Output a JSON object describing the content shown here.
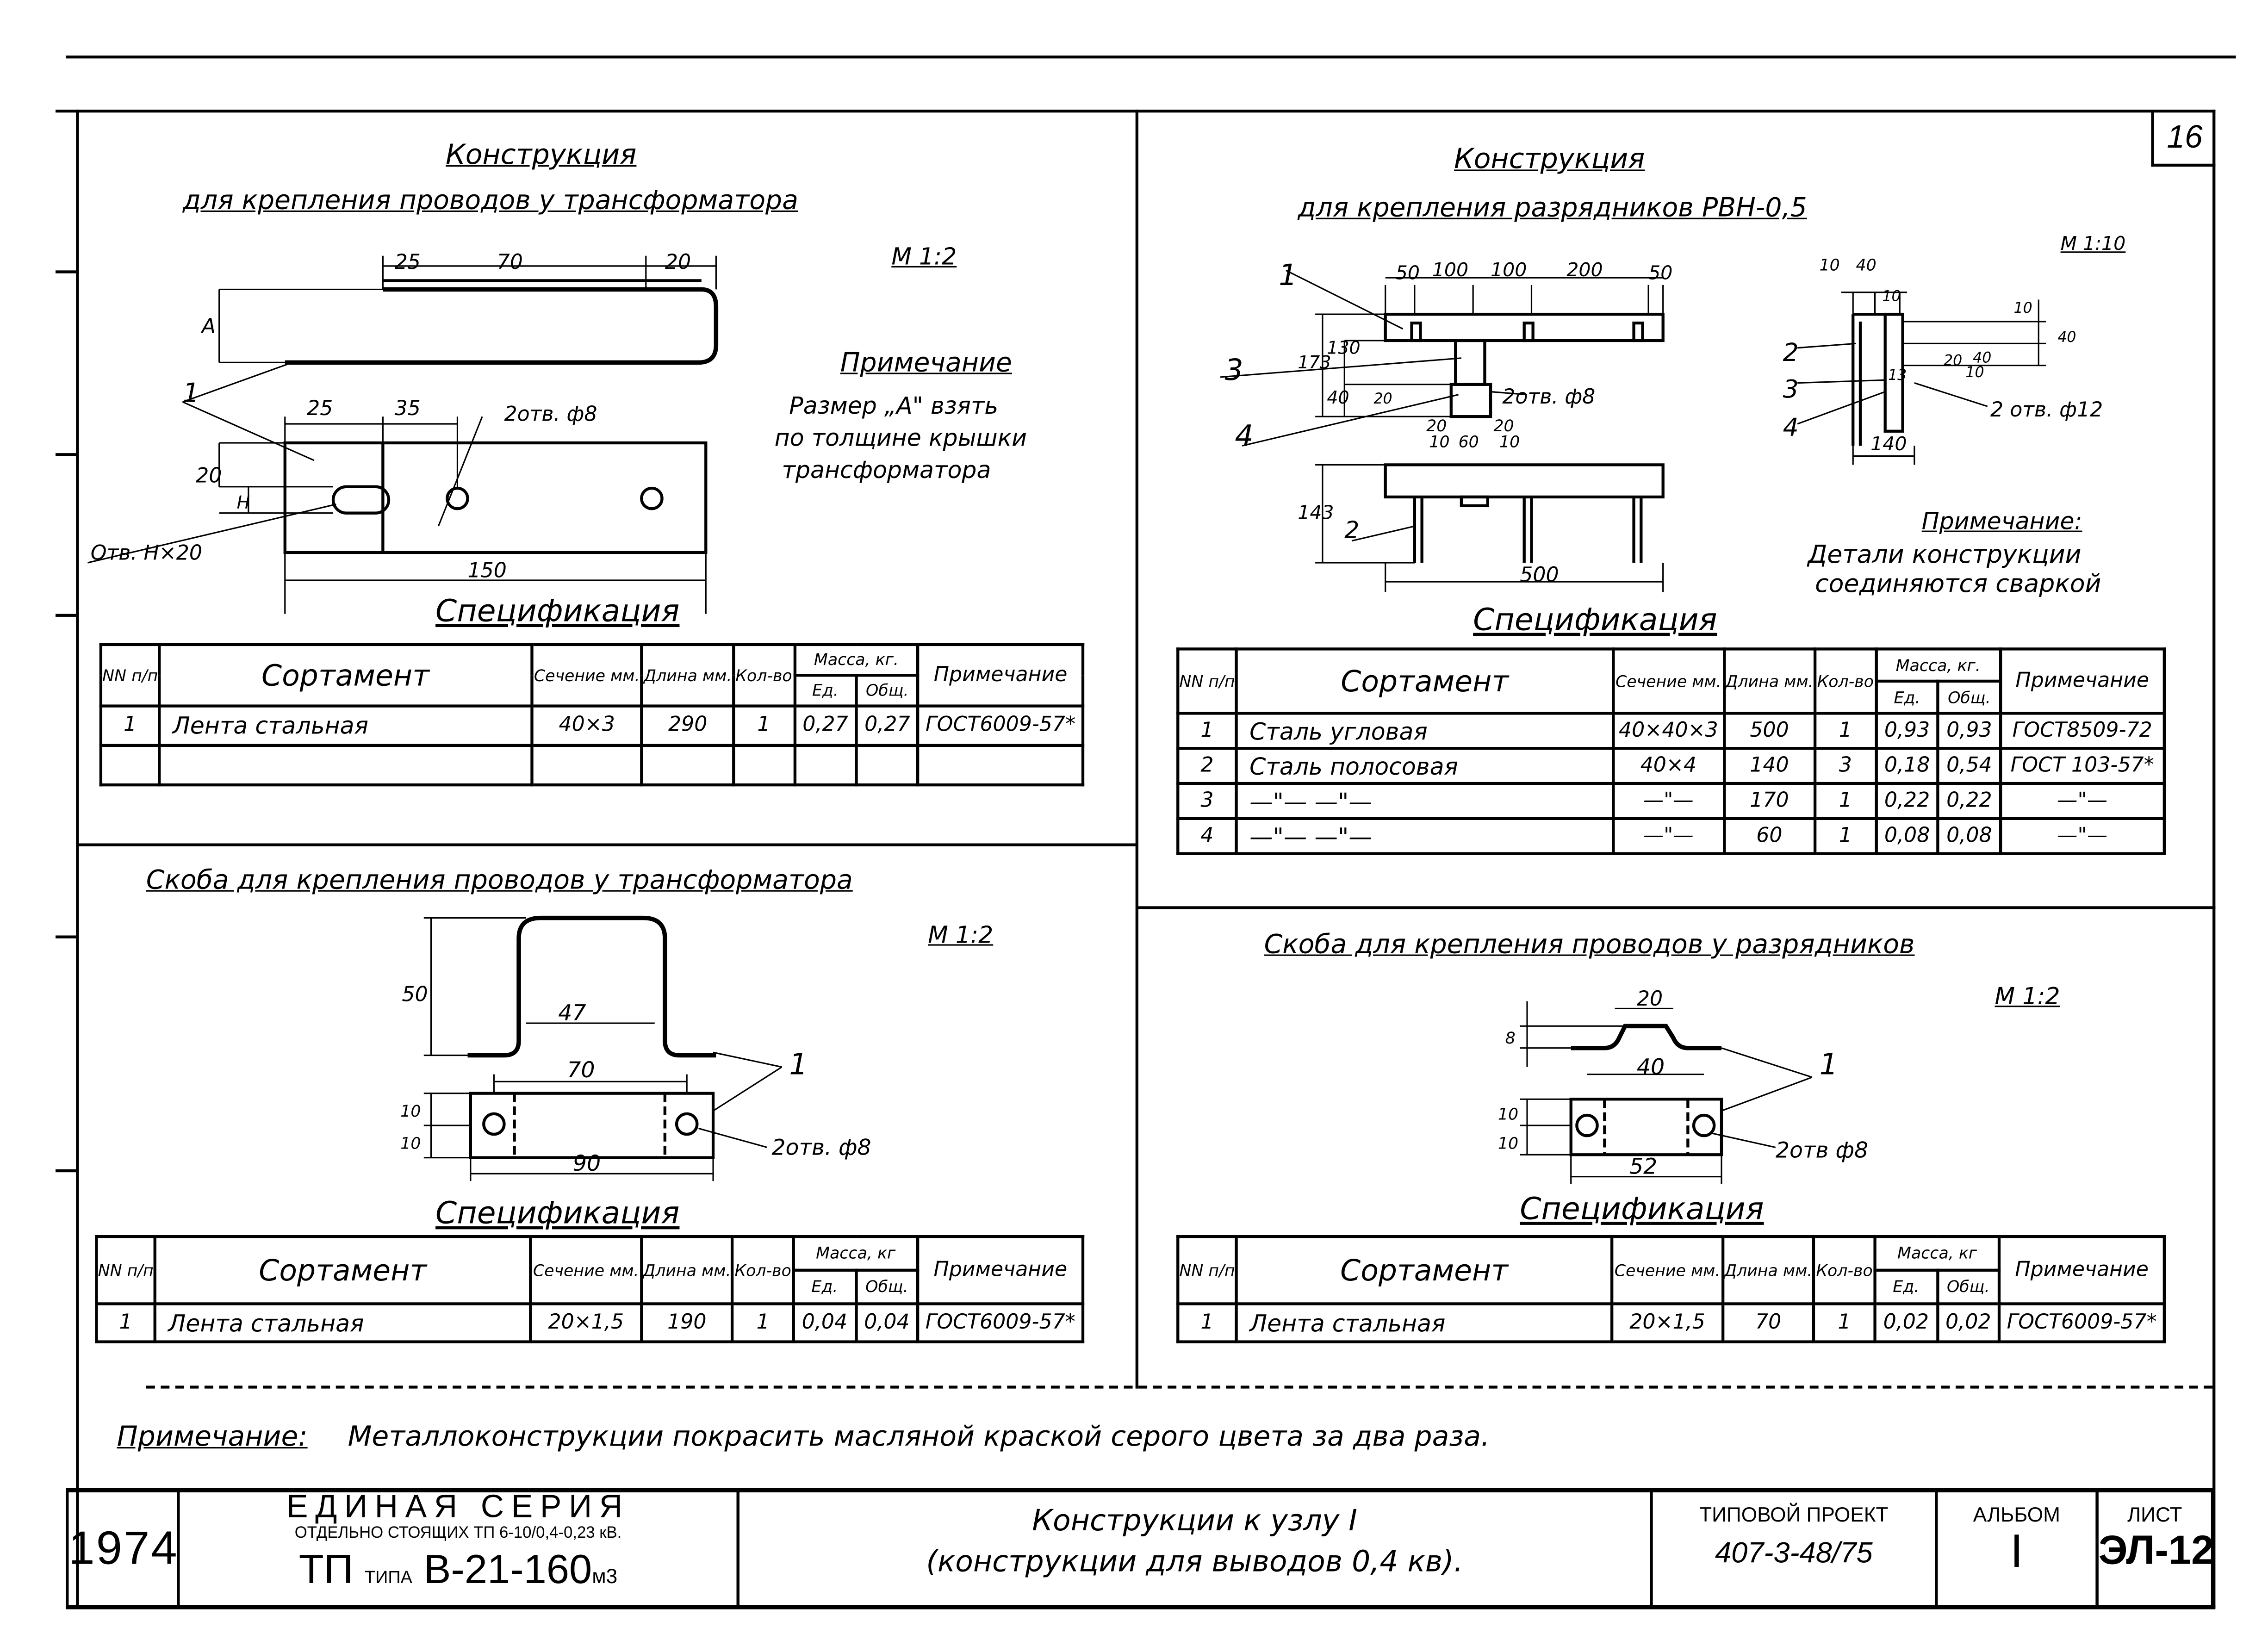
{
  "sheet_number": "16",
  "top_left": {
    "title": "Конструкция",
    "subtitle": "для крепления проводов у трансформатора",
    "scale": "М 1:2",
    "dims": {
      "d25a": "25",
      "d70": "70",
      "d20a": "20",
      "A": "А",
      "d25b": "25",
      "d35": "35",
      "d20b": "20",
      "H": "Н",
      "d150": "150"
    },
    "callouts": {
      "part1": "1",
      "holes": "2отв. ф8",
      "slot": "Отв. Н×20"
    },
    "note_title": "Примечание",
    "note_lines": [
      "Размер „А\" взять",
      "по толщине крышки",
      "трансформатора"
    ],
    "spec_title": "Спецификация",
    "spec": {
      "headers": {
        "num": "NN п/п",
        "item": "Сортамент",
        "section": "Сечение мм.",
        "length": "Длина мм.",
        "qty": "Кол-во",
        "mass": "Масса, кг.",
        "mass_unit": "Ед.",
        "mass_total": "Общ.",
        "remark": "Примечание"
      },
      "rows": [
        [
          "1",
          "Лента стальная",
          "40×3",
          "290",
          "1",
          "0,27",
          "0,27",
          "ГОСТ6009-57*"
        ],
        [
          "",
          "",
          "",
          "",
          "",
          "",
          "",
          ""
        ]
      ]
    }
  },
  "top_right": {
    "title": "Конструкция",
    "subtitle": "для крепления разрядников РВН-0,5",
    "scale": "М 1:10",
    "dims": {
      "d50a": "50",
      "d100a": "100",
      "d100b": "100",
      "d200": "200",
      "d50b": "50",
      "d173": "173",
      "d130": "130",
      "d40": "40",
      "d20": "20",
      "d20b": "20",
      "d20c": "20",
      "d10a": "10",
      "d60": "60",
      "d10b": "10",
      "d143": "143",
      "d500": "500",
      "s10a": "10",
      "s40a": "40",
      "s10b": "10",
      "s10c": "10",
      "s40b": "40",
      "s40c": "40",
      "s13": "13",
      "s20": "20",
      "s10d": "10",
      "s140": "140"
    },
    "callouts": {
      "p1": "1",
      "p2": "2",
      "p3": "3",
      "p4": "4",
      "p2b": "2",
      "p3b": "3",
      "p4b": "4",
      "holes8": "2отв. ф8",
      "holes12": "2 отв. ф12"
    },
    "note_title": "Примечание:",
    "note_lines": [
      "Детали конструкции",
      "соединяются сваркой"
    ],
    "spec_title": "Спецификация",
    "spec": {
      "headers": {
        "num": "NN п/п",
        "item": "Сортамент",
        "section": "Сечение мм.",
        "length": "Длина мм.",
        "qty": "Кол-во",
        "mass": "Масса, кг.",
        "mass_unit": "Ед.",
        "mass_total": "Общ.",
        "remark": "Примечание"
      },
      "rows": [
        [
          "1",
          "Сталь угловая",
          "40×40×3",
          "500",
          "1",
          "0,93",
          "0,93",
          "ГОСТ8509-72"
        ],
        [
          "2",
          "Сталь полосовая",
          "40×4",
          "140",
          "3",
          "0,18",
          "0,54",
          "ГОСТ 103-57*"
        ],
        [
          "3",
          "—\"—     —\"—",
          "—\"—",
          "170",
          "1",
          "0,22",
          "0,22",
          "—\"—"
        ],
        [
          "4",
          "—\"—     —\"—",
          "—\"—",
          "60",
          "1",
          "0,08",
          "0,08",
          "—\"—"
        ]
      ]
    }
  },
  "bottom_left": {
    "title": "Скоба для крепления проводов у трансформатора",
    "scale": "М 1:2",
    "dims": {
      "d50": "50",
      "d47": "47",
      "d70": "70",
      "d10a": "10",
      "d10b": "10",
      "d90": "90"
    },
    "callouts": {
      "part1": "1",
      "holes": "2отв. ф8"
    },
    "spec_title": "Спецификация",
    "spec": {
      "headers": {
        "num": "NN п/п",
        "item": "Сортамент",
        "section": "Сечение мм.",
        "length": "Длина мм.",
        "qty": "Кол-во",
        "mass": "Масса, кг",
        "mass_unit": "Ед.",
        "mass_total": "Общ.",
        "remark": "Примечание"
      },
      "rows": [
        [
          "1",
          "Лента стальная",
          "20×1,5",
          "190",
          "1",
          "0,04",
          "0,04",
          "ГОСТ6009-57*"
        ]
      ]
    }
  },
  "bottom_right": {
    "title": "Скоба для крепления проводов у разрядников",
    "scale": "М 1:2",
    "dims": {
      "d20": "20",
      "d8": "8",
      "d40": "40",
      "d10a": "10",
      "d10b": "10",
      "d52": "52"
    },
    "callouts": {
      "part1": "1",
      "holes": "2отв ф8"
    },
    "spec_title": "Спецификация",
    "spec": {
      "headers": {
        "num": "NN п/п",
        "item": "Сортамент",
        "section": "Сечение мм.",
        "length": "Длина мм.",
        "qty": "Кол-во",
        "mass": "Масса, кг",
        "mass_unit": "Ед.",
        "mass_total": "Общ.",
        "remark": "Примечание"
      },
      "rows": [
        [
          "1",
          "Лента стальная",
          "20×1,5",
          "70",
          "1",
          "0,02",
          "0,02",
          "ГОСТ6009-57*"
        ]
      ]
    }
  },
  "general_note": {
    "label": "Примечание:",
    "text": "Металлоконструкции покрасить масляной краской серого цвета за два раза."
  },
  "title_block": {
    "year": "1974",
    "series": "ЕДИНАЯ СЕРИЯ",
    "series_sub": "ОТДЕЛЬНО СТОЯЩИХ ТП 6-10/0,4-0,23 кВ.",
    "tp_prefix": "ТП",
    "tp_type_word": "ТИПА",
    "tp_type": "В-21-160",
    "tp_suffix": "м3",
    "drawing_title": "Конструкции к узлу I",
    "drawing_subtitle": "(конструкции для выводов 0,4 кв).",
    "project_label": "ТИПОВОЙ ПРОЕКТ",
    "project": "407-3-48/75",
    "album_label": "АЛЬБОМ",
    "album": "I",
    "sheet_label": "ЛИСТ",
    "sheet": "ЭЛ-12"
  }
}
